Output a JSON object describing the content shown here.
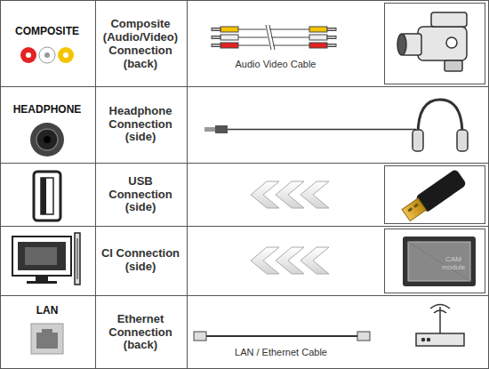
{
  "diagram": {
    "labels": [
      "COMPOSITE",
      "Composite (Audio/Video) Connection (back)",
      "Audio Video Cable",
      "HEADPHONE",
      "Headphone Connection (side)",
      "USB Connection (side)",
      "CI Connection (side)",
      "CAM module",
      "LAN",
      "Ethernet Connection (back)",
      "LAN / Ethernet Cable"
    ]
  }
}
